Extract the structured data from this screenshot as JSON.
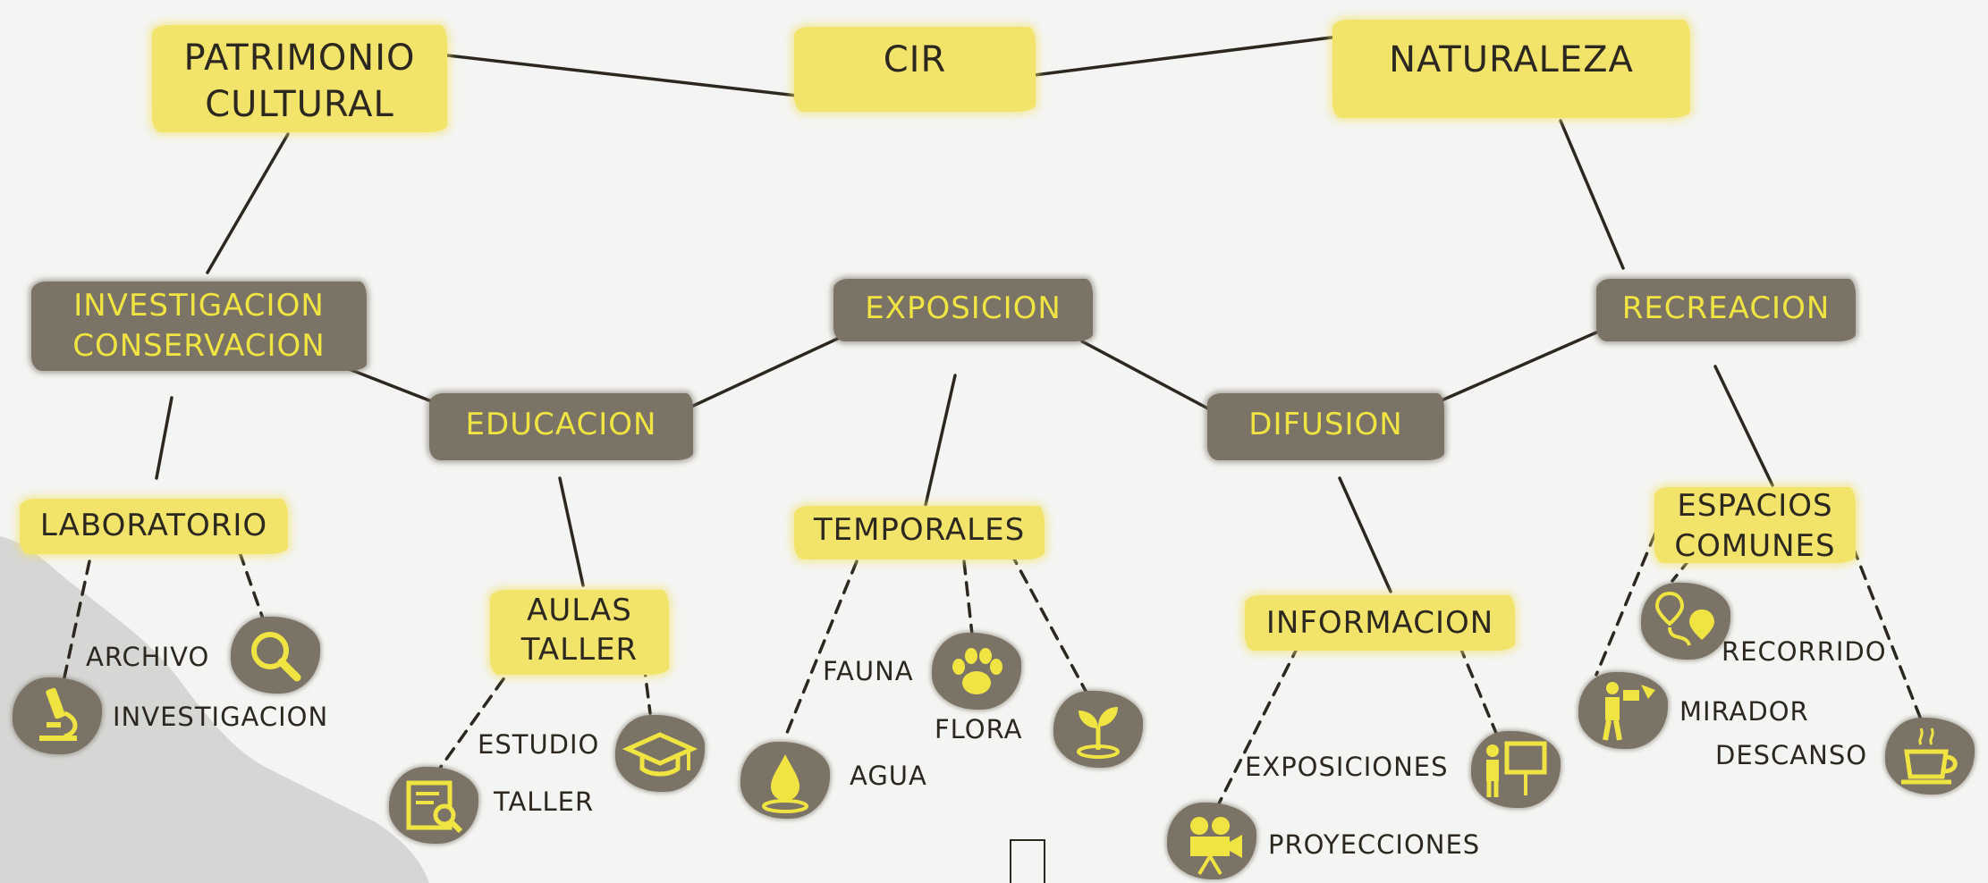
{
  "colors": {
    "yellow": "#f2e36a",
    "dark": "#7a7366",
    "category_text": "#f0e442",
    "ink": "#2c2820",
    "background": "#f4f4f2"
  },
  "top": {
    "patrimonio": "PATRIMONIO",
    "cultural": "CULTURAL",
    "cir": "CIR",
    "naturaleza": "NATURALEZA"
  },
  "categories": {
    "investigacion": "INVESTIGACION",
    "conservacion": "CONSERVACION",
    "exposicion": "EXPOSICION",
    "recreacion": "RECREACION",
    "educacion": "EDUCACION",
    "difusion": "DIFUSION"
  },
  "subs": {
    "laboratorio": "LABORATORIO",
    "aulas": "AULAS",
    "taller": "TALLER",
    "temporales": "TEMPORALES",
    "informacion": "INFORMACION",
    "espacios": "ESPACIOS",
    "comunes": "COMUNES"
  },
  "leaves": {
    "archivo": {
      "label": "ARCHIVO",
      "icon": "magnifier-icon"
    },
    "investigacion": {
      "label": "INVESTIGACION",
      "icon": "microscope-icon"
    },
    "estudio": {
      "label": "ESTUDIO",
      "icon": "graduation-cap-icon"
    },
    "taller": {
      "label": "TALLER",
      "icon": "book-search-icon"
    },
    "fauna": {
      "label": "FAUNA",
      "icon": "paw-icon"
    },
    "flora": {
      "label": "FLORA",
      "icon": "sprout-icon"
    },
    "agua": {
      "label": "AGUA",
      "icon": "water-drop-icon"
    },
    "exposiciones": {
      "label": "EXPOSICIONES",
      "icon": "presentation-board-icon"
    },
    "proyecciones": {
      "label": "PROYECCIONES",
      "icon": "movie-camera-icon"
    },
    "recorrido": {
      "label": "RECORRIDO",
      "icon": "route-pin-icon"
    },
    "mirador": {
      "label": "MIRADOR",
      "icon": "binoculars-person-icon"
    },
    "descanso": {
      "label": "DESCANSO",
      "icon": "coffee-cup-icon"
    }
  }
}
